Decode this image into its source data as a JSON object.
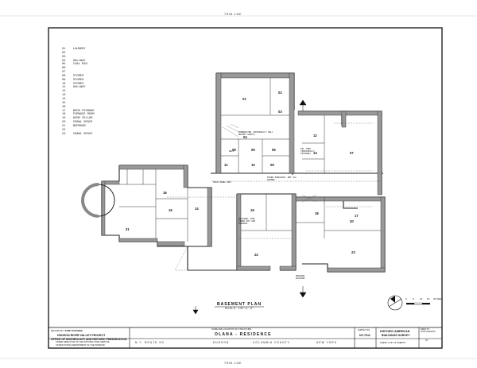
{
  "sheet": {
    "trim_line_label": "TRIM LINE"
  },
  "legend": [
    {
      "num": "01",
      "label": "LAUNDRY"
    },
    {
      "num": "02",
      "label": ""
    },
    {
      "num": "03",
      "label": ""
    },
    {
      "num": "04",
      "label": "HALLWAY"
    },
    {
      "num": "05",
      "label": "COAL BIN"
    },
    {
      "num": "06",
      "label": ""
    },
    {
      "num": "07",
      "label": ""
    },
    {
      "num": "08",
      "label": "STORES"
    },
    {
      "num": "09",
      "label": "STORES"
    },
    {
      "num": "10",
      "label": "STORES"
    },
    {
      "num": "11",
      "label": "HALLWAY"
    },
    {
      "num": "12",
      "label": ""
    },
    {
      "num": "13",
      "label": ""
    },
    {
      "num": "14",
      "label": ""
    },
    {
      "num": "15",
      "label": ""
    },
    {
      "num": "16",
      "label": ""
    },
    {
      "num": "17",
      "label": "WOOD STORAGE"
    },
    {
      "num": "18",
      "label": "FURNACE ROOM"
    },
    {
      "num": "19",
      "label": "WINE CELLAR"
    },
    {
      "num": "20",
      "label": "CRAWL SPACE"
    },
    {
      "num": "21",
      "label": "BEDROOM"
    },
    {
      "num": "22",
      "label": ""
    },
    {
      "num": "23",
      "label": "CRAWL SPACE"
    }
  ],
  "plan": {
    "title": "BASEMENT PLAN",
    "scale": "SCALE: 1/8\"=1'-0\"",
    "bar_scale_labels": [
      "0",
      "5",
      "10",
      "15",
      "20 FEET"
    ],
    "rooms": [
      {
        "id": "01",
        "label": "01"
      },
      {
        "id": "02",
        "label": "02"
      },
      {
        "id": "03",
        "label": "03"
      },
      {
        "id": "04",
        "label": "04"
      },
      {
        "id": "05",
        "label": "05"
      },
      {
        "id": "06",
        "label": "06"
      },
      {
        "id": "07",
        "label": "07"
      },
      {
        "id": "08",
        "label": "08"
      },
      {
        "id": "09",
        "label": "09"
      },
      {
        "id": "10",
        "label": "10"
      },
      {
        "id": "11",
        "label": "11"
      },
      {
        "id": "12",
        "label": "12"
      },
      {
        "id": "13",
        "label": "13"
      },
      {
        "id": "14",
        "label": "14"
      },
      {
        "id": "15",
        "label": "15"
      },
      {
        "id": "16",
        "label": "16"
      },
      {
        "id": "17",
        "label": "17"
      },
      {
        "id": "18",
        "label": "18"
      },
      {
        "id": "19",
        "label": "19"
      },
      {
        "id": "20",
        "label": "20"
      },
      {
        "id": "21",
        "label": "21"
      },
      {
        "id": "22",
        "label": "22"
      },
      {
        "id": "23",
        "label": "23"
      }
    ],
    "annotations": {
      "dumbwaiter": "DUMBWAITER (ORIGINALLY WELL BUCKET SHAFT)",
      "oil_tank": "OIL TANK (ORIGINALLY CISTERN)",
      "mixed_surfaces": "MIXED SURFACES: NOT ALL FORMED",
      "main_panel": "MAIN PANEL BOX",
      "coal_furnace": "ORIGINAL COAL FIRED HOT AIR FURNACE",
      "opening_blocked": "OPENING BLOCKED",
      "well": "WELL"
    }
  },
  "title_block": {
    "drawn_by_label": "DRAWN BY:",
    "drawn_by": "KURT KUCSMA",
    "project_line1": "HUDSON RIVER VALLEY PROJECT",
    "project_line2": "OFFICE OF ARCHEOLOGY AND HISTORIC PRESERVATION",
    "project_line3": "UNDER DIRECTION OF THE NATIONAL PARK SERVICE",
    "project_line4": "UNITED STATES DEPARTMENT OF THE INTERIOR",
    "structure_heading": "NAME AND LOCATION OF STRUCTURE",
    "structure_name": "OLANA - RESIDENCE",
    "location_road": "N.Y. ROUTE 9G",
    "location_town": "HUDSON",
    "location_county": "COLUMBIA COUNTY",
    "location_state": "NEW YORK",
    "survey_no_label": "SURVEY NO.",
    "survey_no": "NY-7011",
    "habs_line1": "HISTORIC AMERICAN",
    "habs_line2": "BUILDINGS SURVEY",
    "sheet_no": "SHEET 2 OF 13 SHEETS",
    "index_line1": "INDEX TO PHOTOGRAPHS",
    "index_line2": "NY"
  }
}
